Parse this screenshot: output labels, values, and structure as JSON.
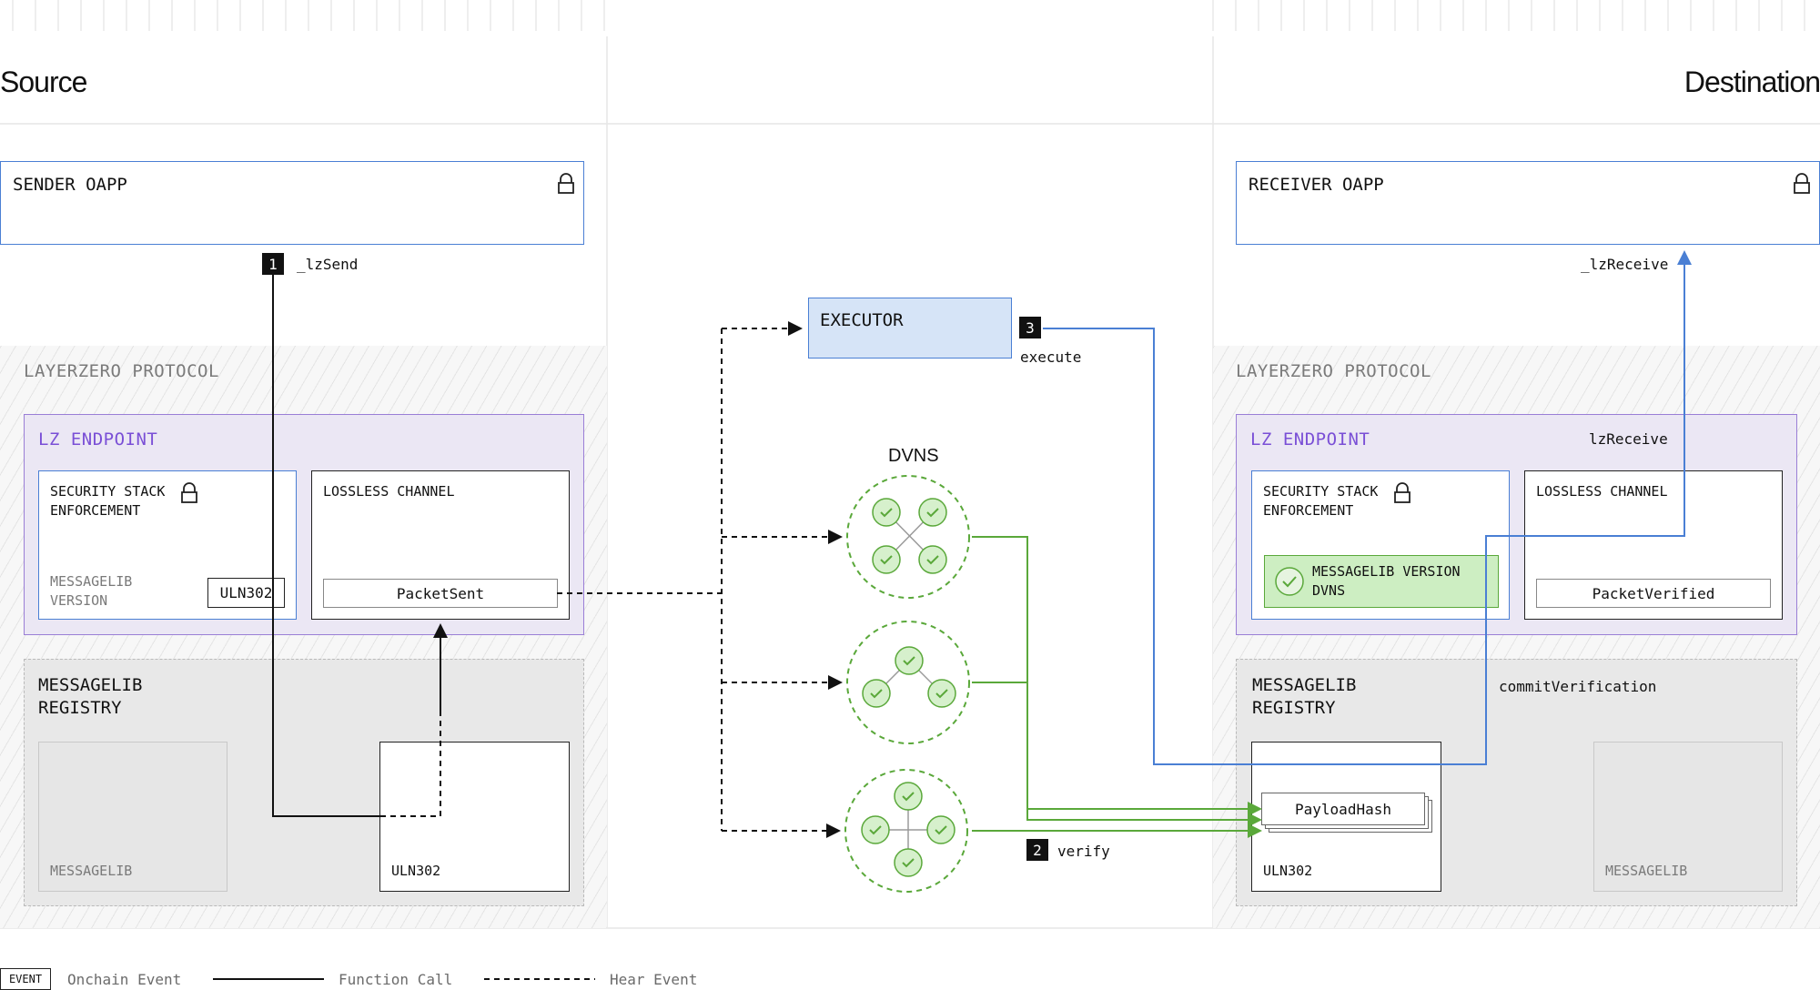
{
  "headers": {
    "source": "Source",
    "destination": "Destination"
  },
  "sender": {
    "title": "SENDER OAPP"
  },
  "receiver": {
    "title": "RECEIVER OAPP"
  },
  "source_protocol": {
    "title": "LAYERZERO PROTOCOL",
    "endpoint": "LZ ENDPOINT",
    "security_stack": "SECURITY STACK\nENFORCEMENT",
    "messagelib_version": "MESSAGELIB\nVERSION",
    "uln_tag": "ULN302",
    "lossless_channel": "LOSSLESS CHANNEL",
    "packet_event": "PacketSent",
    "registry": "MESSAGELIB\nREGISTRY",
    "messagelib": "MESSAGELIB",
    "uln_box": "ULN302"
  },
  "dest_protocol": {
    "title": "LAYERZERO PROTOCOL",
    "endpoint": "LZ ENDPOINT",
    "endpoint_fn": "lzReceive",
    "security_stack": "SECURITY STACK\nENFORCEMENT",
    "messagelib_dvns": "MESSAGELIB VERSION\nDVNS",
    "lossless_channel": "LOSSLESS CHANNEL",
    "packet_event": "PacketVerified",
    "registry": "MESSAGELIB\nREGISTRY",
    "commit_fn": "commitVerification",
    "payload": "PayloadHash",
    "uln_box": "ULN302",
    "messagelib": "MESSAGELIB"
  },
  "executor": {
    "title": "EXECUTOR"
  },
  "dvns": {
    "title": "DVNS"
  },
  "steps": [
    {
      "num": "1",
      "label": "_lzSend"
    },
    {
      "num": "2",
      "label": "verify"
    },
    {
      "num": "3",
      "label": "execute"
    }
  ],
  "receive_fn": "_lzReceive",
  "legend": {
    "event_tag": "EVENT",
    "onchain": "Onchain Event",
    "function_call": "Function Call",
    "hear_event": "Hear Event"
  },
  "colors": {
    "blue_line": "#4a7fd4",
    "green_line": "#5aa83a",
    "purple": "#7a4fd6",
    "executor_fill": "#d6e4f7",
    "dvn_fill": "#e6f4e0"
  }
}
